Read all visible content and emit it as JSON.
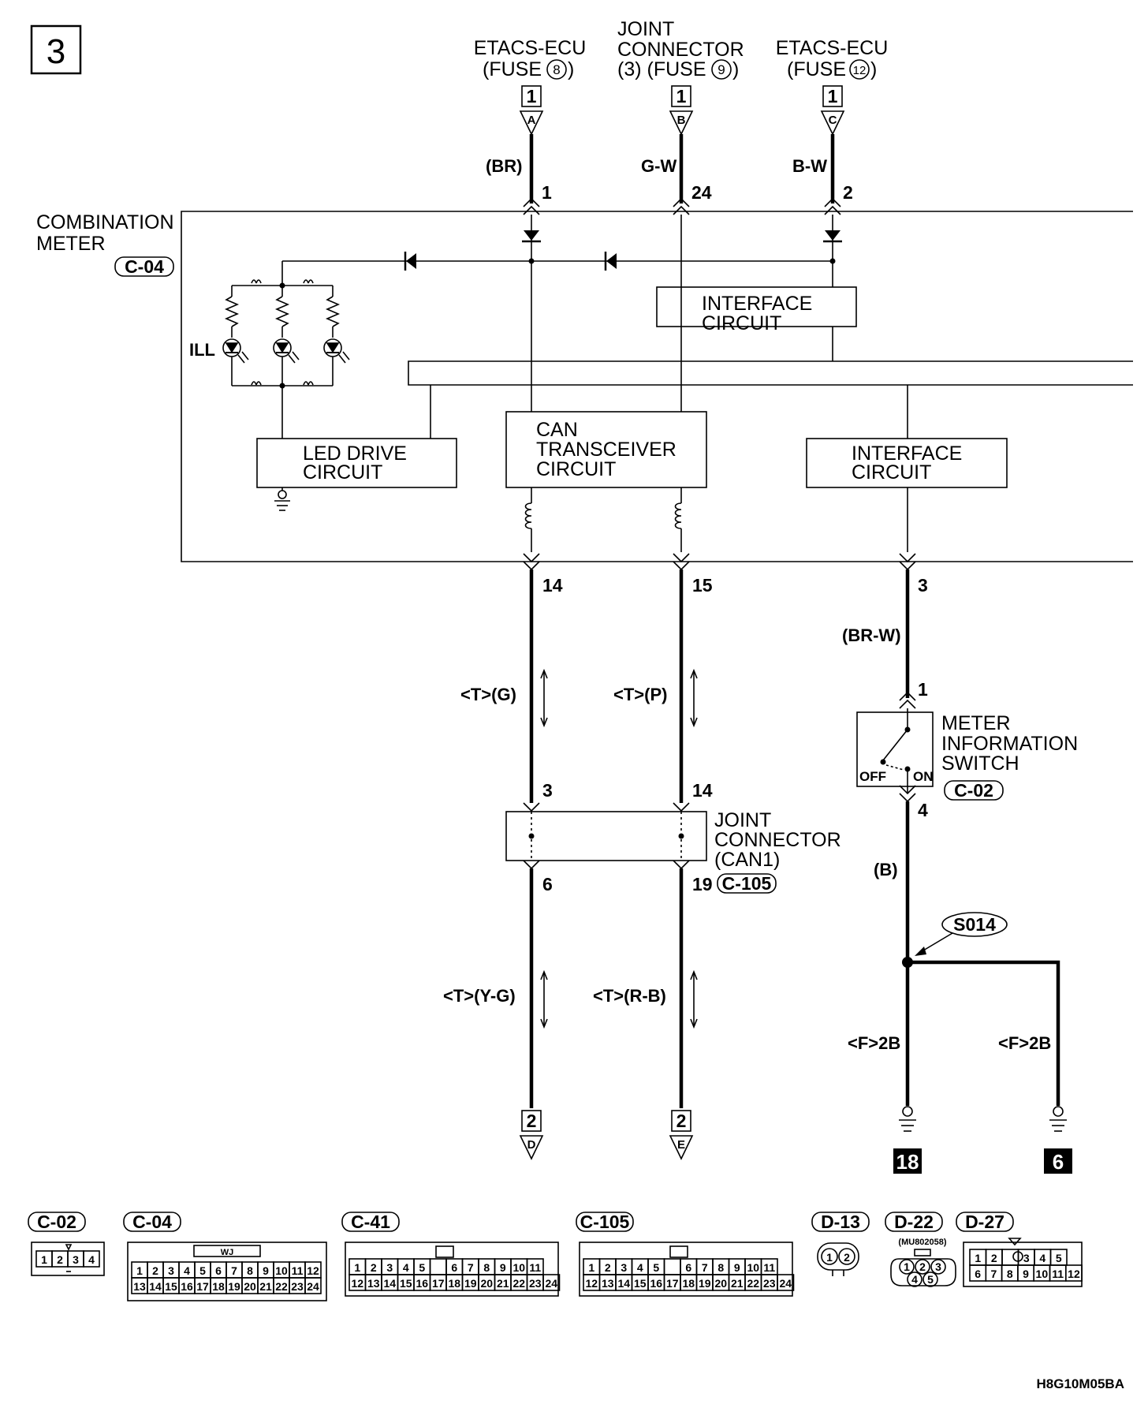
{
  "page_number": "3",
  "diagram_code": "H8G10M05BA",
  "sources": [
    {
      "line1": "ETACS-ECU",
      "line2": "(FUSE",
      "fuse_no": "8",
      "line2_end": ")",
      "sheet": "1",
      "ref": "A",
      "wire": "(BR)",
      "pin": "1"
    },
    {
      "line0": "JOINT",
      "line1": "CONNECTOR",
      "line2": "(3) (FUSE",
      "fuse_no": "9",
      "line2_end": ")",
      "sheet": "1",
      "ref": "B",
      "wire": "G-W",
      "pin": "24"
    },
    {
      "line1": "ETACS-ECU",
      "line2": "(FUSE",
      "fuse_no": "12",
      "line2_end": ")",
      "sheet": "1",
      "ref": "C",
      "wire": "B-W",
      "pin": "2"
    }
  ],
  "combination_meter": {
    "line1": "COMBINATION",
    "line2": "METER",
    "connector": "C-04"
  },
  "ill_label": "ILL",
  "interface_circuit_top": {
    "line1": "INTERFACE",
    "line2": "CIRCUIT"
  },
  "led_drive": {
    "line1": "LED DRIVE",
    "line2": "CIRCUIT"
  },
  "can_transceiver": {
    "line1": "CAN",
    "line2": "TRANSCEIVER",
    "line3": "CIRCUIT"
  },
  "interface_circuit_right": {
    "line1": "INTERFACE",
    "line2": "CIRCUIT"
  },
  "meter_pins": {
    "can_h": "14",
    "can_l": "15",
    "switch": "3"
  },
  "can_wires": {
    "upper_left": "<T>(G)",
    "upper_right": "<T>(P)",
    "lower_left": "<T>(Y-G)",
    "lower_right": "<T>(R-B)"
  },
  "joint_connector": {
    "line1": "JOINT",
    "line2": "CONNECTOR",
    "line3": "(CAN1)",
    "connector": "C-105",
    "pin_in_left": "3",
    "pin_in_right": "14",
    "pin_out_left": "6",
    "pin_out_right": "19"
  },
  "switch_wire": "(BR-W)",
  "meter_info_switch": {
    "line1": "METER",
    "line2": "INFORMATION",
    "line3": "SWITCH",
    "connector": "C-02",
    "pin_top": "1",
    "pin_bottom": "4",
    "off_label": "OFF",
    "on_label": "ON"
  },
  "ground_wire": "(B)",
  "splice": "S014",
  "ground_wires": {
    "left": "<F>2B",
    "right": "<F>2B"
  },
  "ground_points": {
    "left": "18",
    "right": "6"
  },
  "outputs": [
    {
      "sheet": "2",
      "ref": "D"
    },
    {
      "sheet": "2",
      "ref": "E"
    }
  ],
  "connector_views": {
    "labels": [
      "C-02",
      "C-04",
      "C-41",
      "C-105",
      "D-13",
      "D-22",
      "D-27"
    ],
    "c02_pins": [
      "1",
      "2",
      "3",
      "4"
    ],
    "c04_top": [
      "1",
      "2",
      "3",
      "4",
      "5",
      "6",
      "7",
      "8",
      "9",
      "10",
      "11",
      "12"
    ],
    "c04_bottom": [
      "13",
      "14",
      "15",
      "16",
      "17",
      "18",
      "19",
      "20",
      "21",
      "22",
      "23",
      "24"
    ],
    "c04_mark": "WJ",
    "c41_top": [
      "1",
      "2",
      "3",
      "4",
      "5",
      "",
      "6",
      "7",
      "8",
      "9",
      "10",
      "11"
    ],
    "c41_bottom": [
      "12",
      "13",
      "14",
      "15",
      "16",
      "17",
      "18",
      "19",
      "20",
      "21",
      "22",
      "23",
      "24"
    ],
    "c105_top": [
      "1",
      "2",
      "3",
      "4",
      "5",
      "",
      "6",
      "7",
      "8",
      "9",
      "10",
      "11"
    ],
    "c105_bottom": [
      "12",
      "13",
      "14",
      "15",
      "16",
      "17",
      "18",
      "19",
      "20",
      "21",
      "22",
      "23",
      "24"
    ],
    "d13_pins": [
      "1",
      "2"
    ],
    "d22_part": "(MU802058)",
    "d22_pins": [
      "1",
      "2",
      "3",
      "4",
      "5"
    ],
    "d27_top": [
      "1",
      "2",
      "",
      "3",
      "4",
      "5"
    ],
    "d27_bottom": [
      "6",
      "7",
      "8",
      "9",
      "10",
      "11",
      "12"
    ]
  }
}
